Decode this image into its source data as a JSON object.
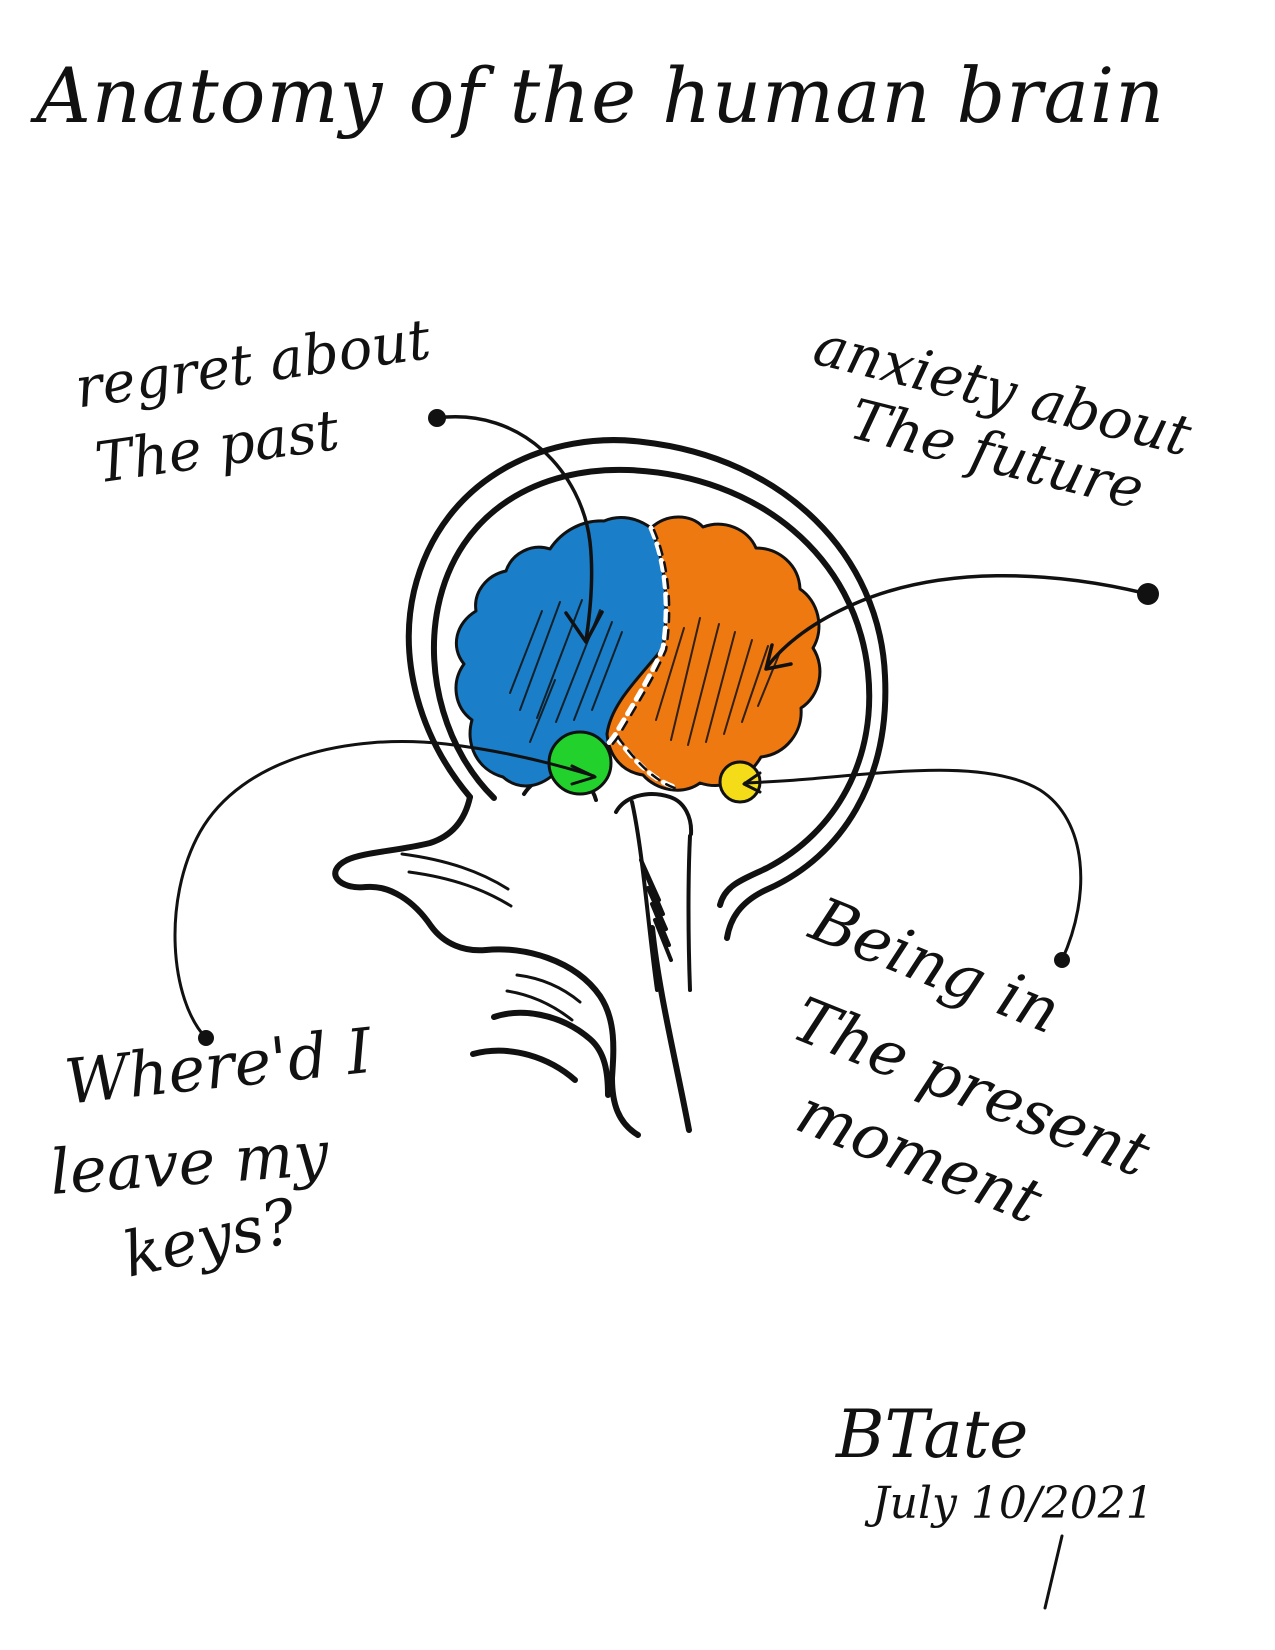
{
  "title": "Anatomy of the human brain",
  "labels": {
    "regret": [
      "regret about",
      "The past"
    ],
    "anxiety": [
      "anxiety about",
      "The future"
    ],
    "keys": [
      "Where'd I",
      "leave my",
      "keys?"
    ],
    "present": [
      "Being in",
      "The present",
      "moment"
    ]
  },
  "signature": {
    "name": "BTate",
    "date": "July 10/2021"
  },
  "colors": {
    "ink": "#111111",
    "past_region": "#1a7ec8",
    "future_region": "#ee7910",
    "memory_spot": "#22d12c",
    "present_spot": "#f4dd18"
  }
}
